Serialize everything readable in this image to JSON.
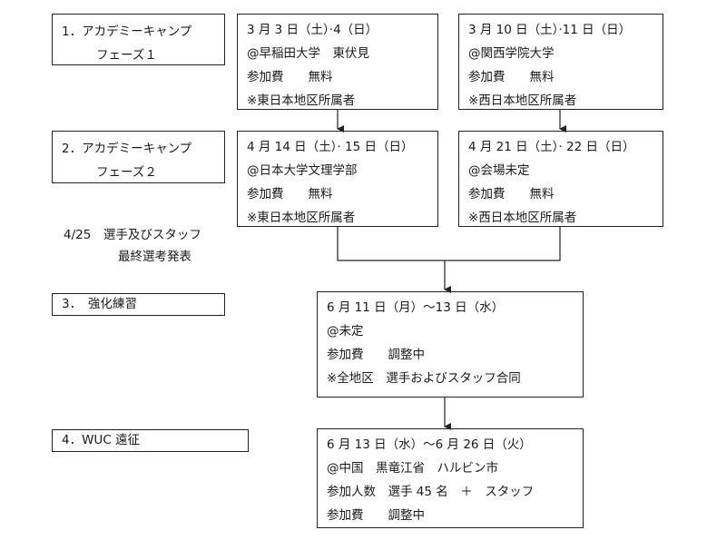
{
  "stages": [
    {
      "line1": "1．アカデミーキャンプ",
      "line2": "フェーズ１"
    },
    {
      "line1": "2．アカデミーキャンプ",
      "line2": "フェーズ２"
    },
    {
      "line1": "3．　強化練習"
    },
    {
      "line1": "4．WUC 遠征"
    }
  ],
  "announcement": {
    "line1": "4/25　選手及びスタッフ",
    "line2": "最終選考発表"
  },
  "events": {
    "p1_east": [
      "3 月 3 日（土）·4（日）",
      "@早稲田大学　東伏見",
      "参加費　　無料",
      "※東日本地区所属者"
    ],
    "p1_west": [
      "3 月 10 日（土）·11 日（日）",
      "@関西学院大学",
      "参加費　　無料",
      "※西日本地区所属者"
    ],
    "p2_east": [
      "4 月 14 日（土）· 15 日（日）",
      "@日本大学文理学部",
      "参加費　　無料",
      "※東日本地区所属者"
    ],
    "p2_west": [
      "4 月 21 日（土）· 22 日（日）",
      "@会場未定",
      "参加費　　無料",
      "※西日本地区所属者"
    ],
    "training": [
      "6 月 11 日（月）〜13 日（水）",
      "@未定",
      "参加費　　調整中",
      "※全地区　選手およびスタッフ合同"
    ],
    "expedition": [
      "6 月 13 日（水）〜6 月 26 日（火）",
      "@中国　黒竜江省　ハルビン市",
      "参加人数　選手 45 名　＋　スタッフ",
      "参加費　　調整中"
    ]
  }
}
